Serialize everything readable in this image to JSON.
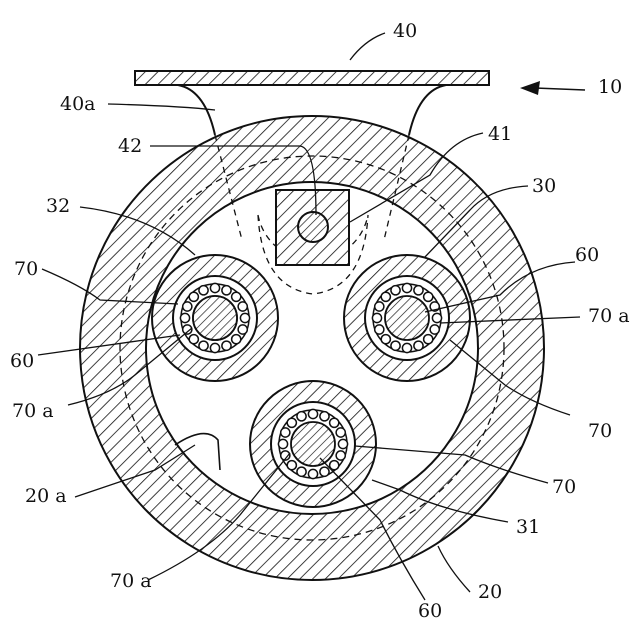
{
  "colors": {
    "ink": "#111111",
    "paper": "#ffffff"
  },
  "labels": {
    "l40": "40",
    "l10": "10",
    "l40a": "40a",
    "l42": "42",
    "l41": "41",
    "l30": "30",
    "l32": "32",
    "l70_left": "70",
    "l60_right": "60",
    "l70a_right": "70 a",
    "l60_left": "60",
    "l70a_left": "70 a",
    "l70_right": "70",
    "l20a": "20 a",
    "l70_bottom": "70",
    "l31": "31",
    "l70a_bottom": "70 a",
    "l60_bottom": "60",
    "l20": "20"
  }
}
